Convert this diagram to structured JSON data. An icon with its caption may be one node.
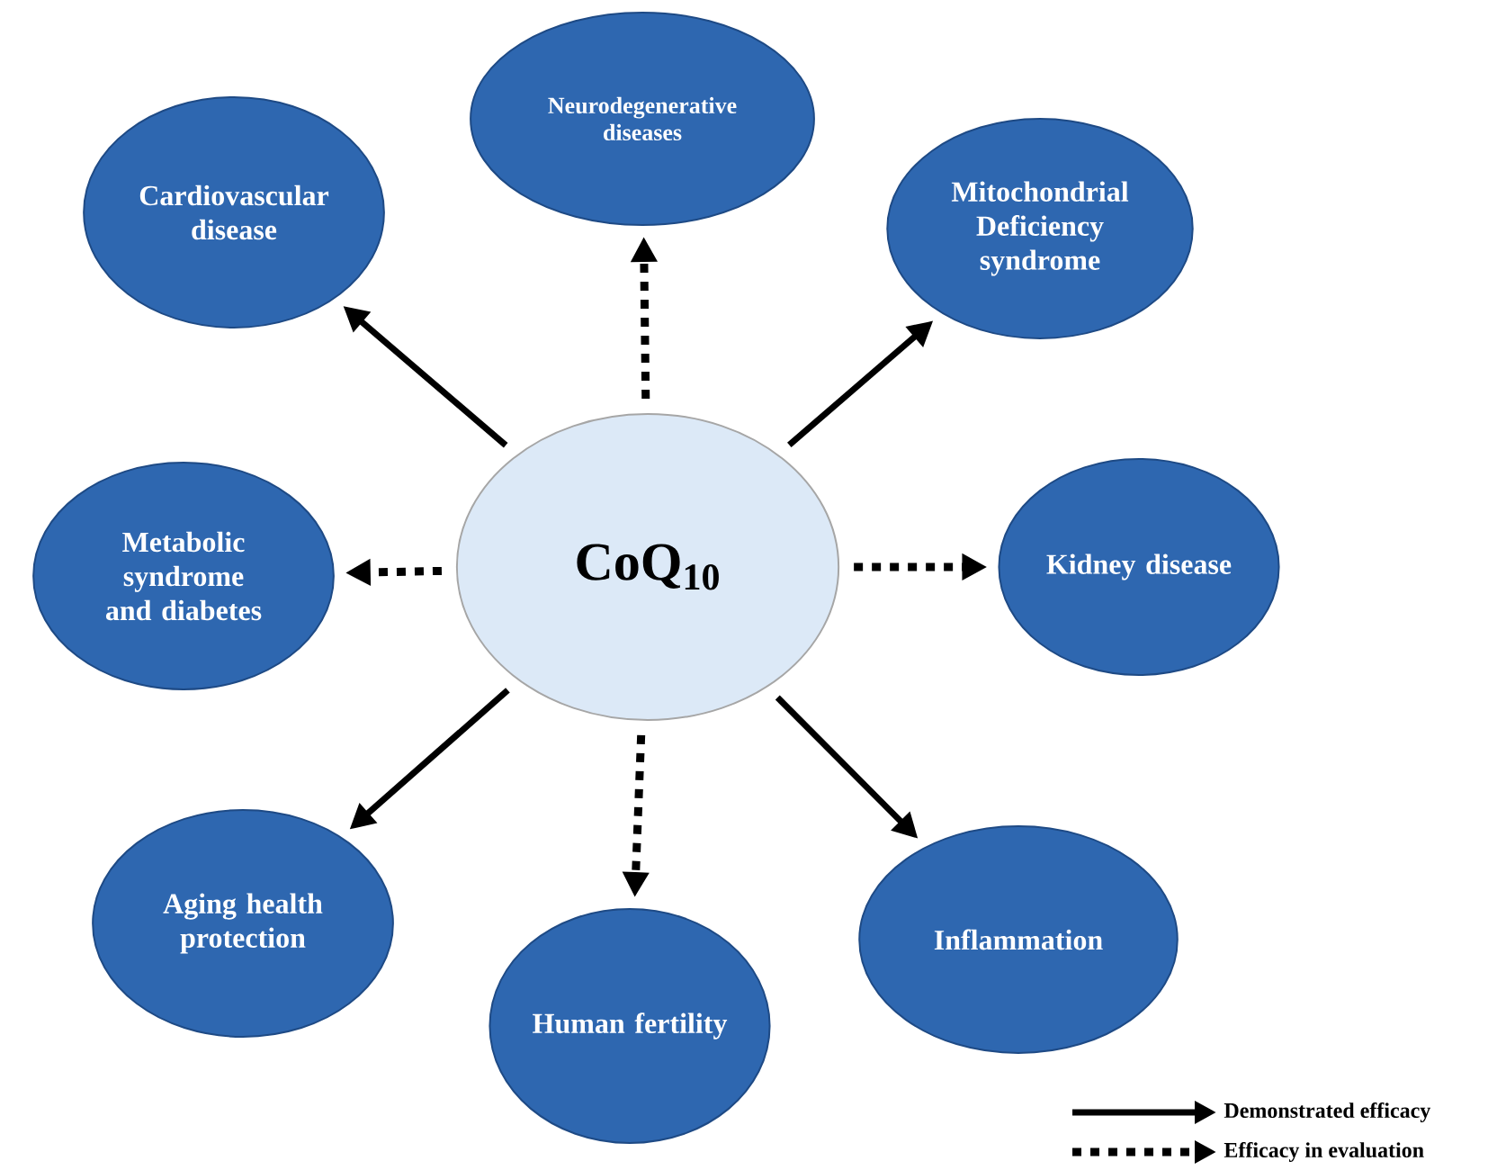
{
  "diagram": {
    "nodes": [
      {
        "text": [
          "CoQ$_{10}$"
        ]
      },
      {
        "text": [
          "Cardiovascular disease"
        ]
      },
      {
        "text": [
          "Neurodegenerative diseases"
        ]
      },
      {
        "text": [
          "Mitochondrial Deficiency syndrome"
        ]
      },
      {
        "text": [
          "Metabolic syndrome and diabetes"
        ]
      },
      {
        "text": [
          "Kidney disease"
        ]
      },
      {
        "text": [
          "Aging health protection"
        ]
      },
      {
        "text": [
          "Human fertility"
        ]
      },
      {
        "text": [
          "Inflammation"
        ]
      }
    ],
    "edges": [
      {
        "from": 0,
        "to": 1,
        "arrow": "to"
      },
      {
        "from": 0,
        "to": 2,
        "arrow": "to",
        "style": "dashed"
      },
      {
        "from": 0,
        "to": 3,
        "arrow": "to"
      },
      {
        "from": 0,
        "to": 4,
        "arrow": "to",
        "style": "dashed"
      },
      {
        "from": 0,
        "to": 5,
        "arrow": "to",
        "style": "dashed"
      },
      {
        "from": 0,
        "to": 6,
        "arrow": "to"
      },
      {
        "from": 0,
        "to": 7,
        "arrow": "to",
        "style": "dashed"
      },
      {
        "from": 0,
        "to": 8,
        "arrow": "to"
      }
    ],
    "legend": [
      {
        "text": "Demonstrated efficacy"
      },
      {
        "text": "Efficacy in evaluation"
      }
    ]
  }
}
